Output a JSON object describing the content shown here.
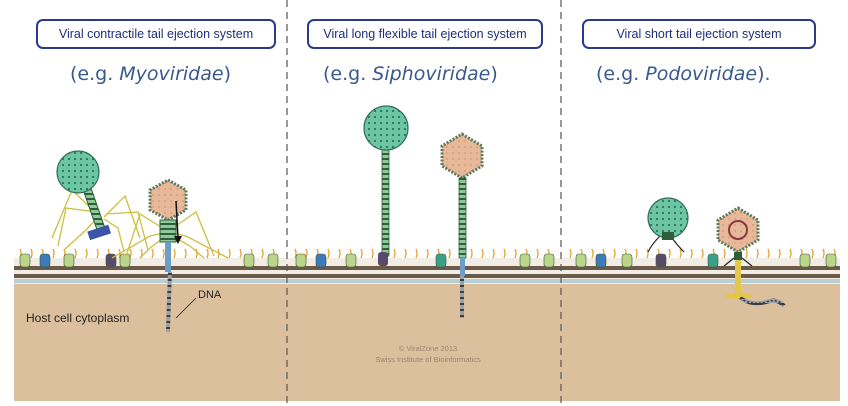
{
  "panels": [
    {
      "title": "Viral contractile tail ejection system",
      "prefix": "(e.g. ",
      "family": "Myoviridae",
      "suffix": ")"
    },
    {
      "title": "Viral long flexible tail ejection system",
      "prefix": "(e.g. ",
      "family": "Siphoviridae",
      "suffix": ")"
    },
    {
      "title": "Viral short tail ejection system",
      "prefix": "(e.g. ",
      "family": "Podoviridae",
      "suffix": ")."
    }
  ],
  "labels": {
    "dna": "DNA",
    "cytoplasm": "Host cell cytoplasm"
  },
  "credits": {
    "line1": "© ViralZone 2013",
    "line2": "Swiss Institute of Bioinformatics"
  },
  "colors": {
    "cytoplasm": "#dcc09e",
    "membrane_band": "#e8e0d4",
    "capsid_green": "#6cc6a4",
    "capsid_tan": "#e8b89a",
    "tail_green": "#4a8a5a",
    "title_border": "#2b3a8c",
    "example_text": "#3a5a8c"
  }
}
